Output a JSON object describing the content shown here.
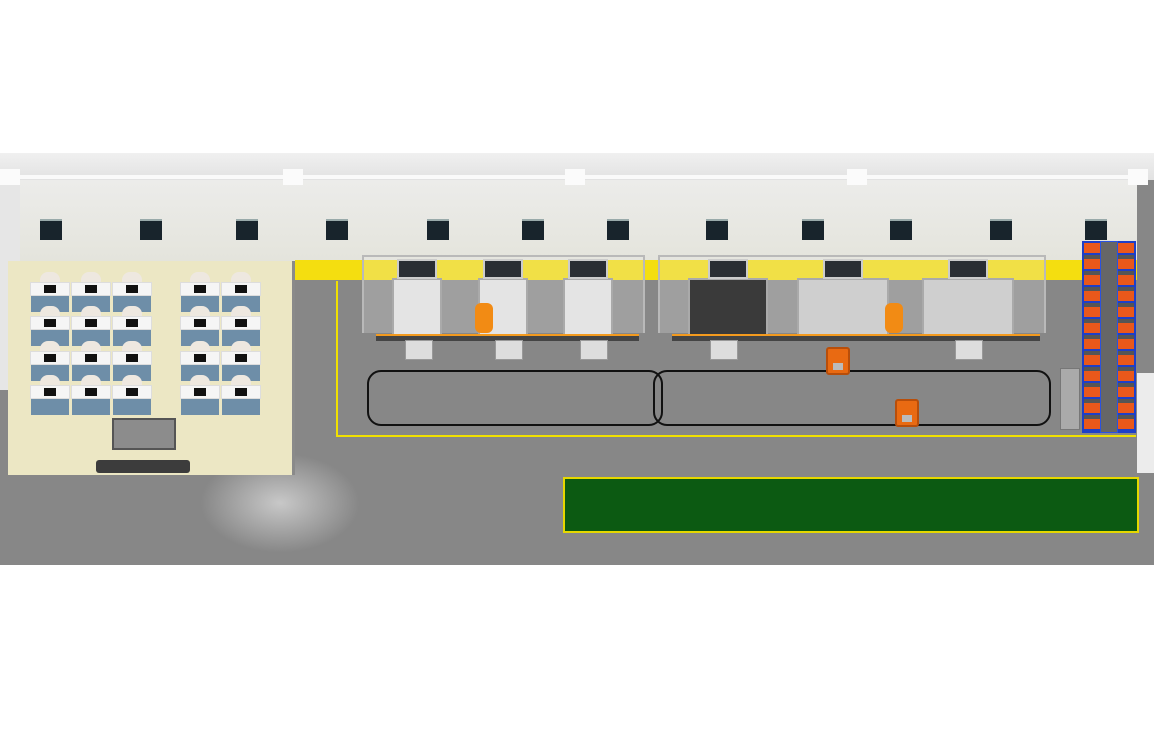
{
  "scene": {
    "type": "factory-training-floor-render",
    "classroom": {
      "desk_rows": 4,
      "desk_groups": [
        3,
        2
      ]
    },
    "production_lines": 2,
    "agv_count": 2,
    "poster_count": 12
  },
  "colors": {
    "floor": "#878787",
    "safety_stripe": "#f4de10",
    "green_zone": "#0c5a12",
    "rack": "#1d3fc8",
    "agv": "#e96a12",
    "conveyor": "#f39a1e"
  }
}
